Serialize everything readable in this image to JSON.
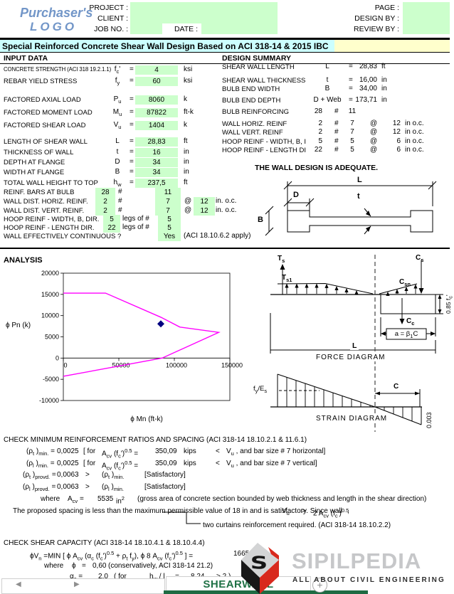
{
  "header": {
    "logo_line1": "Purchaser's",
    "logo_line2": "LOGO",
    "project_label": "PROJECT :",
    "client_label": "CLIENT :",
    "jobno_label": "JOB NO. :",
    "date_label": "DATE :",
    "page_label": "PAGE :",
    "design_label": "DESIGN BY :",
    "review_label": "REVIEW BY :"
  },
  "title": "Special Reinforced Concrete Shear Wall Design Based on ACI 318-14 & 2015 IBC",
  "sections": {
    "input": "INPUT DATA",
    "summary": "DESIGN SUMMARY",
    "analysis": "ANALYSIS"
  },
  "input_rows": [
    {
      "label": "CONCRETE STRENGTH (ACI 318 19.2.1.1)",
      "small": true,
      "sym": "f<sub>c</sub>'",
      "eq": "=",
      "value": "4",
      "unit": "ksi"
    },
    {
      "label": "REBAR YIELD STRESS",
      "sym": "f<sub>y</sub>",
      "eq": "=",
      "value": "60",
      "unit": "ksi"
    },
    {
      "label": "FACTORED AXIAL LOAD",
      "sym": "P<sub>u</sub>",
      "eq": "=",
      "value": "8060",
      "unit": "k"
    },
    {
      "label": "FACTORED MOMENT LOAD",
      "sym": "M<sub>u</sub>",
      "eq": "=",
      "value": "87822",
      "unit": "ft-k"
    },
    {
      "label": "FACTORED SHEAR LOAD",
      "sym": "V<sub>u</sub>",
      "eq": "=",
      "value": "1404",
      "unit": "k"
    },
    {
      "label": "LENGTH OF SHEAR WALL",
      "sym": "L",
      "eq": "=",
      "value": "28,83",
      "unit": "ft"
    },
    {
      "label": "THICKNESS OF  WALL",
      "sym": "t",
      "eq": "=",
      "value": "16",
      "unit": "in"
    },
    {
      "label": "DEPTH AT FLANGE",
      "sym": "D",
      "eq": "=",
      "value": "34",
      "unit": "in"
    },
    {
      "label": "WIDTH AT FLANGE",
      "sym": "B",
      "eq": "=",
      "value": "34",
      "unit": "in"
    },
    {
      "label": "TOTAL WALL HEIGHT TO TOP",
      "sym": "h<sub>w</sub>",
      "eq": "=",
      "value": "237,5",
      "unit": "ft"
    },
    {
      "label": "REINF.  BARS AT BULB",
      "type": "count",
      "count": "28",
      "hash": "#",
      "size": "11"
    },
    {
      "label": "WALL DIST. HORIZ. REINF.",
      "type": "count",
      "count": "2",
      "hash": "#",
      "size": "7",
      "at": "@",
      "spacing": "12",
      "unit": "in. o.c."
    },
    {
      "label": "WALL DIST. VERT. REINF.",
      "type": "count",
      "count": "2",
      "hash": "#",
      "size": "7",
      "at": "@",
      "spacing": "12",
      "unit": "in. o.c."
    },
    {
      "label": "HOOP REINF - WIDTH, B, DIR.",
      "type": "legs",
      "count": "5",
      "legs": "legs of #",
      "size": "5"
    },
    {
      "label": "HOOP REINF - LENGTH DIR.",
      "type": "legs",
      "count": "22",
      "legs": "legs of #",
      "size": "5"
    },
    {
      "label": "WALL EFFECTIVELY CONTINUOUS ?",
      "type": "bool",
      "value": "Yes",
      "note": "(ACI 18.10.6.2 apply)"
    }
  ],
  "summary_rows": [
    {
      "label": "SHEAR WALL LENGTH",
      "sym": "L",
      "eq": "=",
      "value": "28,83",
      "unit": "ft"
    },
    {
      "label": "SHEAR WALL THICKNESS",
      "sym": "t",
      "eq": "=",
      "value": "16,00",
      "unit": "in"
    },
    {
      "label": "BULB END WIDTH",
      "sym": "B",
      "eq": "=",
      "value": "34,00",
      "unit": "in"
    },
    {
      "label": "BULB END DEPTH",
      "sym": "D + Web",
      "eq": "=",
      "value": "173,71",
      "unit": "in"
    },
    {
      "label": "BULB REINFORCING",
      "type": "count",
      "count": "28",
      "hash": "#",
      "size": "11"
    },
    {
      "label": "WALL HORIZ. REINF",
      "type": "count",
      "count": "2",
      "hash": "#",
      "size": "7",
      "at": "@",
      "spacing": "12",
      "unit": "in o.c."
    },
    {
      "label": "WALL VERT. REINF",
      "type": "count",
      "count": "2",
      "hash": "#",
      "size": "7",
      "at": "@",
      "spacing": "12",
      "unit": "in o.c."
    },
    {
      "label": "HOOP REINF - WIDTH, B, I",
      "type": "count",
      "count": "5",
      "hash": "#",
      "size": "5",
      "at": "@",
      "spacing": "6",
      "unit": "in o.c."
    },
    {
      "label": "HOOP REINF - LENGTH DI",
      "type": "count",
      "count": "22",
      "hash": "#",
      "size": "5",
      "at": "@",
      "spacing": "6",
      "unit": "in o.c."
    }
  ],
  "adequacy": "THE WALL DESIGN IS ADEQUATE.",
  "wall_diagram": {
    "dim_L": "L",
    "dim_D": "D",
    "dim_t": "t",
    "dim_B": "B"
  },
  "chart_data": {
    "type": "line",
    "xlabel": "ϕ Mn (ft-k)",
    "ylabel": "ϕ Pn (k)",
    "xlim": [
      0,
      150000
    ],
    "ylim": [
      -10000,
      20000
    ],
    "x_ticks": [
      0,
      50000,
      100000,
      150000
    ],
    "y_ticks": [
      20000,
      15000,
      10000,
      5000,
      0,
      -5000,
      -10000
    ],
    "grid": false,
    "legend": "none",
    "series": [
      {
        "name": "interaction-curve",
        "color": "#FF00FF",
        "points": [
          [
            0,
            15300
          ],
          [
            38000,
            15300
          ],
          [
            88000,
            9600
          ],
          [
            105000,
            7300
          ],
          [
            140000,
            6050
          ],
          [
            89000,
            0
          ],
          [
            0,
            -4300
          ]
        ]
      }
    ],
    "design_point": {
      "name": "factored-load-point",
      "color": "#000080",
      "x": 87822,
      "y": 8060
    }
  },
  "force_diagram": {
    "ts": "T<sub>s</sub>",
    "ts1": "T<sub>s1</sub>",
    "cs": "C<sub>s</sub>",
    "csn": "C<sub>sn</sub>",
    "cc": "C<sub>c</sub>",
    "stress": "0.85  f<sub>c</sub>'",
    "a_dim": "a  =  β<sub>1</sub>C",
    "dim_L": "L",
    "caption": "FORCE  DIAGRAM"
  },
  "strain_diagram": {
    "fy_es": "f<sub>y</sub>/E<sub>s</sub>",
    "dim_C": "C",
    "strain": "0.003",
    "caption": "STRAIN  DIAGRAM"
  },
  "check_min": {
    "heading": "CHECK MINIMUM REINFORCEMENT RATIOS AND SPACING (ACI 318-14 18.10.2.1 & 11.6.1)",
    "rows": [
      [
        "(ρ<sub>t</sub> )<sub>min.</sub>  =",
        "0,0025",
        "[ for",
        "A<sub>cv</sub> (f<sub>c</sub>')<sup>0.5</sup> =",
        "350,09",
        "kips",
        "&lt;",
        "V<sub>u</sub> ,  and bar size # 7 horizontal]"
      ],
      [
        "(ρ<sub>l</sub> )<sub>min.</sub>  =",
        "0,0025",
        "[ for",
        "A<sub>cv</sub> (f<sub>c</sub>')<sup>0.5</sup> =",
        "350,09",
        "kips",
        "&lt;",
        "V<sub>u</sub> ,  and bar size # 7 vertical]"
      ],
      [
        "(ρ<sub>t</sub> )<sub>provd.</sub>  =",
        "0,0063",
        "&gt;",
        "(ρ<sub>t</sub> )<sub>min.</sub>",
        "[Satisfactory]"
      ],
      [
        "(ρ<sub>l</sub> )<sub>provd.</sub>  =",
        "0,0063",
        "&gt;",
        "(ρ<sub>l</sub> )<sub>min.</sub>",
        "[Satisfactory]"
      ],
      [
        "where",
        "A<sub>cv</sub> =",
        "5535",
        "in<sup>2</sup>",
        "(gross area of concrete section bounded by web thickness and length in the shear direction)"
      ],
      [
        "The proposed spacing is less than the maximum permissible value of 18 in and is satisfactory. Since wall",
        "V<sub>u</sub>",
        "&gt;",
        "2 A<sub>cv</sub> (f<sub>c</sub>')<sup>0.5</sup>",
        ","
      ],
      [
        "two curtains reinforcement required. (ACI 318-14 18.10.2.2)"
      ]
    ]
  },
  "check_shear": {
    "heading": "CHECK SHEAR CAPACITY (ACI 318-14 18.10.4.1 & 18.10.4.4)",
    "rows": [
      [
        "ϕV<sub>n</sub>  =MIN [ ϕ A<sub>cv</sub> (α<sub>c</sub> (f<sub>c</sub>')<sup>0.5</sup> + ρ<sub>t</sub> f<sub>y</sub>), ϕ 8 A<sub>cv</sub> (f<sub>c</sub>')<sup>0.5</sup> ]  =",
        "1665"
      ],
      [
        "where",
        "ϕ",
        "=",
        "0,60",
        "(conservatively, ACI 318-14 21.2)"
      ],
      [
        "α<sub>c</sub> =",
        "2,0",
        "( for",
        "h<sub>w</sub> / l",
        "=",
        "8,24",
        "&gt; 2 )"
      ]
    ]
  },
  "footer": {
    "tab": "SHEARWALL"
  },
  "brand": {
    "name": "SIPILPEDIA",
    "tagline": "ALL ABOUT CIVIL ENGINEERING"
  }
}
